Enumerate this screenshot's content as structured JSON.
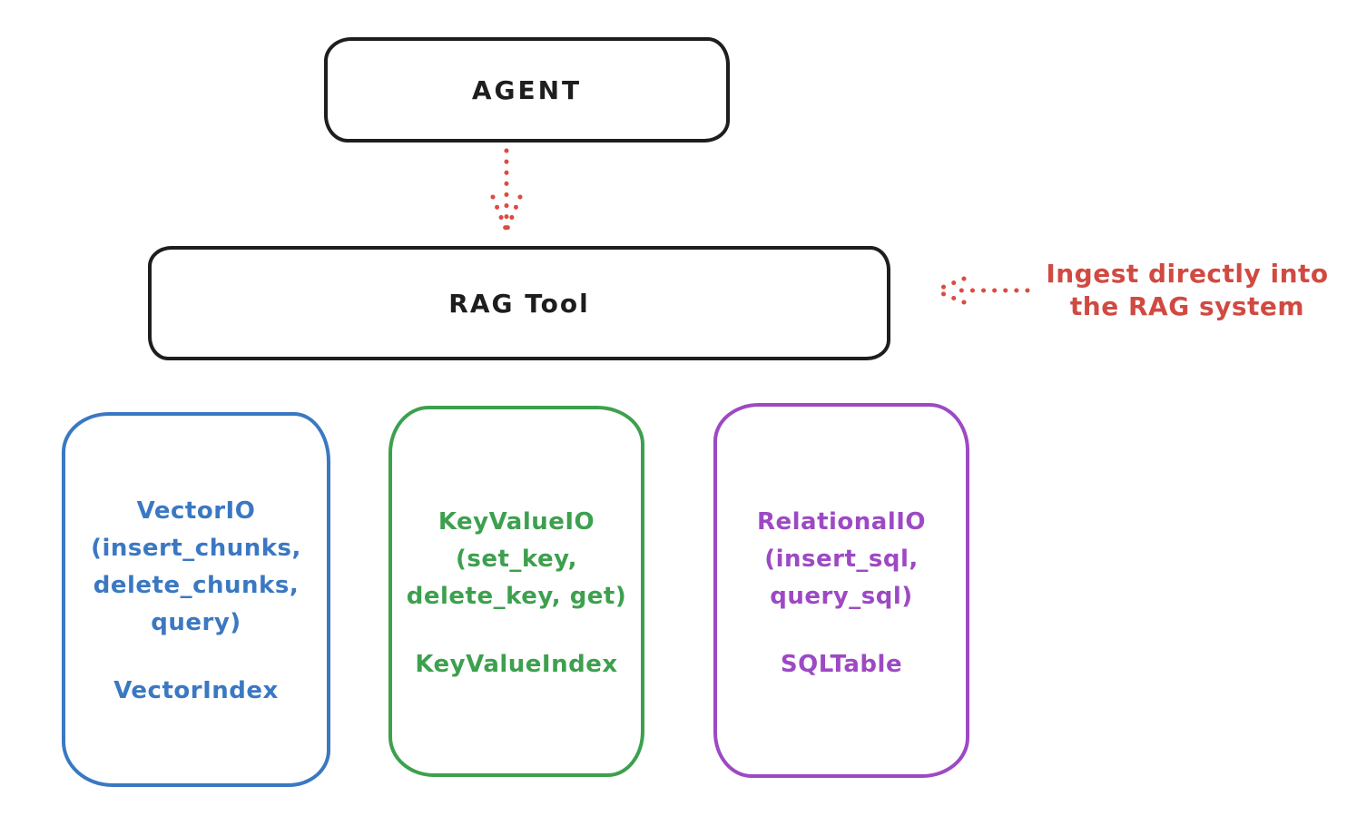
{
  "diagram": {
    "agent": {
      "label": "AGENT"
    },
    "rag_tool": {
      "label": "RAG Tool"
    },
    "annotation": {
      "line1": "Ingest directly into",
      "line2": "the RAG system"
    },
    "colors": {
      "stroke": "#1e1e1e",
      "red": "#d04a42",
      "blue": "#3b78c2",
      "green": "#3da04e",
      "purple": "#9d49c4",
      "background": "#ffffff"
    },
    "io_boxes": [
      {
        "id": "vector-io",
        "color": "#3b78c2",
        "lines": [
          "VectorIO",
          "(insert_chunks,",
          "delete_chunks,",
          "query)"
        ],
        "index_label": "VectorIndex"
      },
      {
        "id": "keyvalue-io",
        "color": "#3da04e",
        "lines": [
          "KeyValueIO",
          "(set_key,",
          "delete_key, get)"
        ],
        "index_label": "KeyValueIndex"
      },
      {
        "id": "relational-io",
        "color": "#9d49c4",
        "lines": [
          "RelationalIO",
          "(insert_sql,",
          "query_sql)"
        ],
        "index_label": "SQLTable"
      }
    ]
  }
}
